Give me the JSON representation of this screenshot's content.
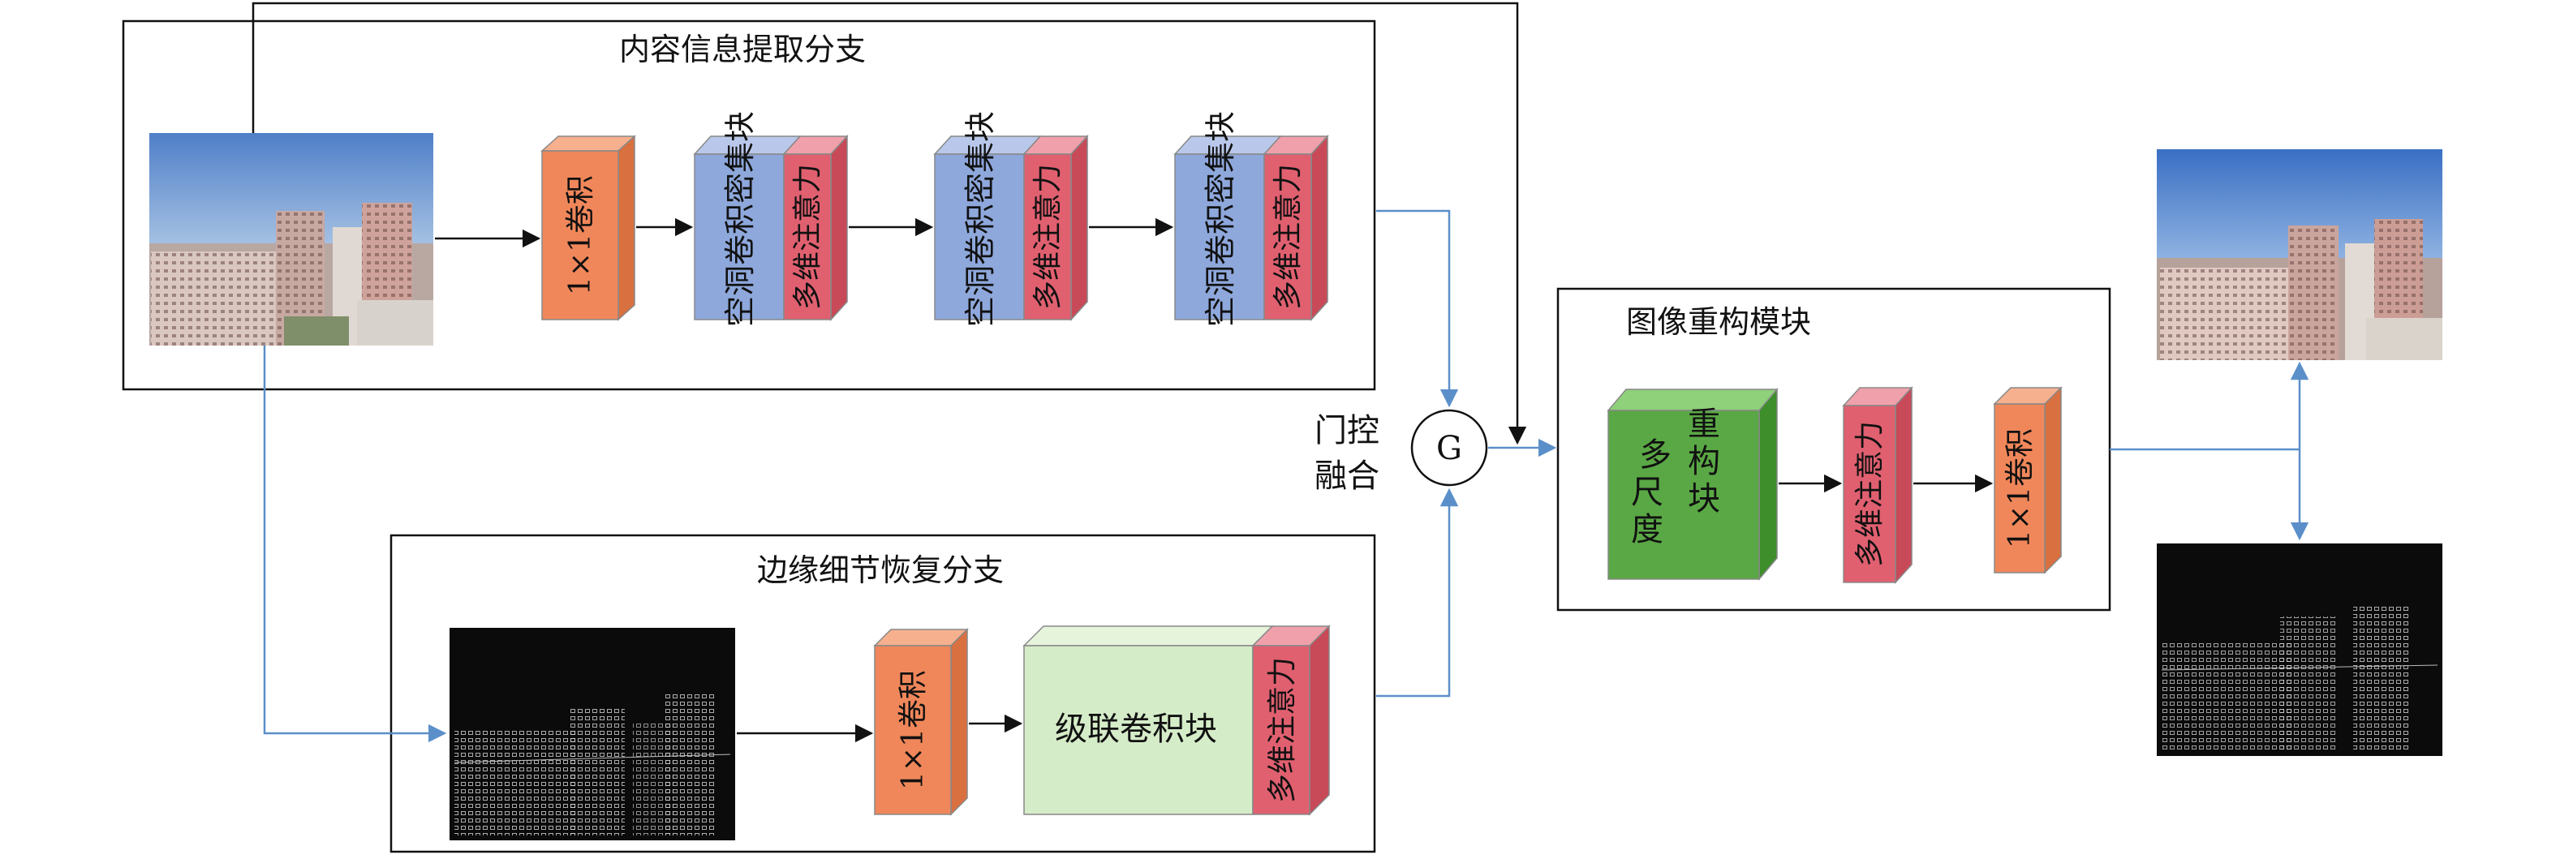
{
  "branches": {
    "content": {
      "title": "内容信息提取分支"
    },
    "edge": {
      "title": "边缘细节恢复分支"
    },
    "reconstruct": {
      "title": "图像重构模块"
    }
  },
  "blocks": {
    "conv1x1": "1×1卷积",
    "dilated_dense": "空洞卷积密集块",
    "attention": "多维注意力",
    "cascade_conv": "级联卷积块",
    "multiscale_lines": [
      "多",
      "尺",
      "度",
      "重",
      "构",
      "块"
    ]
  },
  "fusion": {
    "symbol": "G",
    "label_line1": "门控",
    "label_line2": "融合"
  },
  "colors": {
    "orange": "#f0875a",
    "blue": "#8ea8dc",
    "red": "#e06070",
    "lightgreen": "#d5ecc8",
    "green": "#5aa845",
    "arrow_black": "#111111",
    "arrow_blue": "#5b8fc9"
  },
  "images": {
    "input_photo": "city-photo",
    "edge_map": "edge-map",
    "output_photo": "city-photo",
    "output_edge": "edge-map"
  }
}
